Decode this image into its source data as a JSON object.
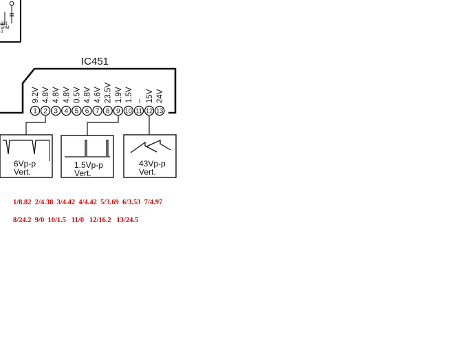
{
  "fragment": {
    "labels": [
      "231",
      "5PM",
      "0"
    ]
  },
  "ic": {
    "title": "IC451",
    "pins": [
      {
        "number": "1",
        "voltage": "9.2V"
      },
      {
        "number": "2",
        "voltage": "4.8V"
      },
      {
        "number": "3",
        "voltage": "4.8V"
      },
      {
        "number": "4",
        "voltage": "4.8V"
      },
      {
        "number": "5",
        "voltage": "0.5V"
      },
      {
        "number": "6",
        "voltage": "4.8V"
      },
      {
        "number": "7",
        "voltage": "4.6V"
      },
      {
        "number": "8",
        "voltage": "23.5V"
      },
      {
        "number": "9",
        "voltage": "1.9V"
      },
      {
        "number": "10",
        "voltage": "1.5V"
      },
      {
        "number": "11",
        "voltage": "–"
      },
      {
        "number": "12",
        "voltage": "15V"
      },
      {
        "number": "13",
        "voltage": "24V"
      }
    ]
  },
  "waveforms": [
    {
      "pin": "2",
      "amplitude": "6Vp-p",
      "mode": "Vert."
    },
    {
      "pin": "9",
      "amplitude": "1.5Vp-p",
      "mode": "Vert."
    },
    {
      "pin": "12",
      "amplitude": "43Vp-p",
      "mode": "Vert."
    }
  ],
  "measurements": {
    "line1": "1/8.82  2/4.38  3/4.42  4/4.42  5/3.69  6/3.53  7/4.97",
    "line2": "8/24.2  9/0  10/1.5   11/0   12/16.2   13/24.5"
  },
  "colors": {
    "ink": "#111111",
    "measurement_text": "#cc0000",
    "background": "#ffffff"
  }
}
